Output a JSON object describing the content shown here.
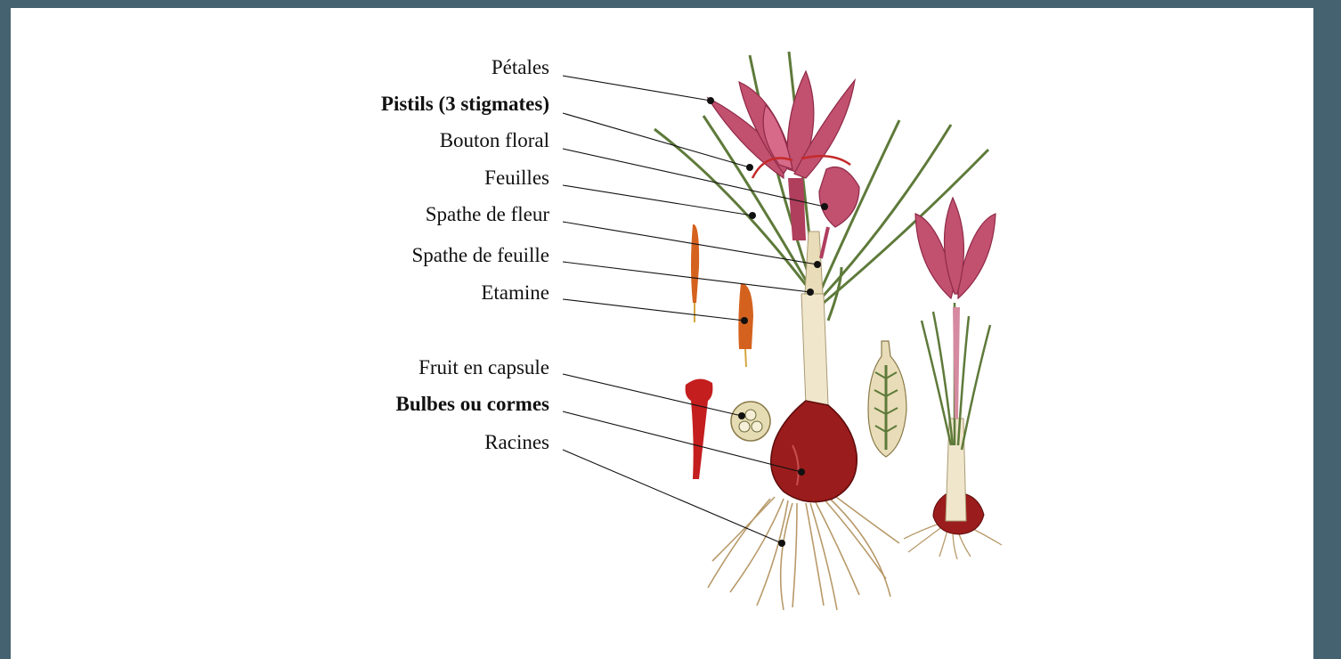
{
  "labels": [
    {
      "text": "Pétales",
      "bold": false
    },
    {
      "text": "Pistils (3 stigmates)",
      "bold": true
    },
    {
      "text": "Bouton floral",
      "bold": false
    },
    {
      "text": "Feuilles",
      "bold": false
    },
    {
      "text": "Spathe de fleur",
      "bold": false
    },
    {
      "text": "Spathe de feuille",
      "bold": false
    },
    {
      "text": "Etamine",
      "bold": false
    },
    {
      "text": "Fruit en capsule",
      "bold": false
    },
    {
      "text": "Bulbes ou cormes",
      "bold": true
    },
    {
      "text": "Racines",
      "bold": false
    }
  ],
  "colors": {
    "frame": "#44626f",
    "canvas": "#ffffff",
    "petal": "#c2506f",
    "petal_dark": "#8e2a47",
    "leaf": "#5e7a3a",
    "corm": "#9b1c1c",
    "stamen": "#d4621e",
    "root": "#b89a6a"
  }
}
